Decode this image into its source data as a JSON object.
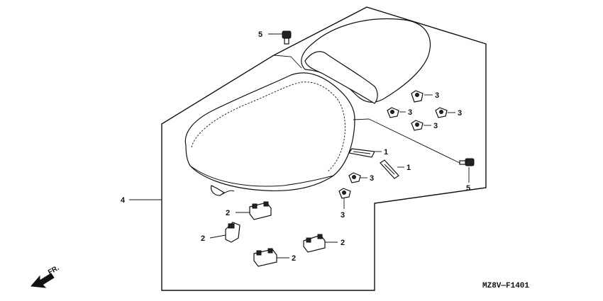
{
  "callouts": {
    "c1a": "1",
    "c1b": "1",
    "c2a": "2",
    "c2b": "2",
    "c2c": "2",
    "c2d": "2",
    "c3a": "3",
    "c3b": "3",
    "c3c": "3",
    "c3d": "3",
    "c3e": "3",
    "c3f": "3",
    "c4": "4",
    "c5a": "5",
    "c5b": "5"
  },
  "diagram_code": "MZ8V—F1401",
  "direction_label": "FR."
}
